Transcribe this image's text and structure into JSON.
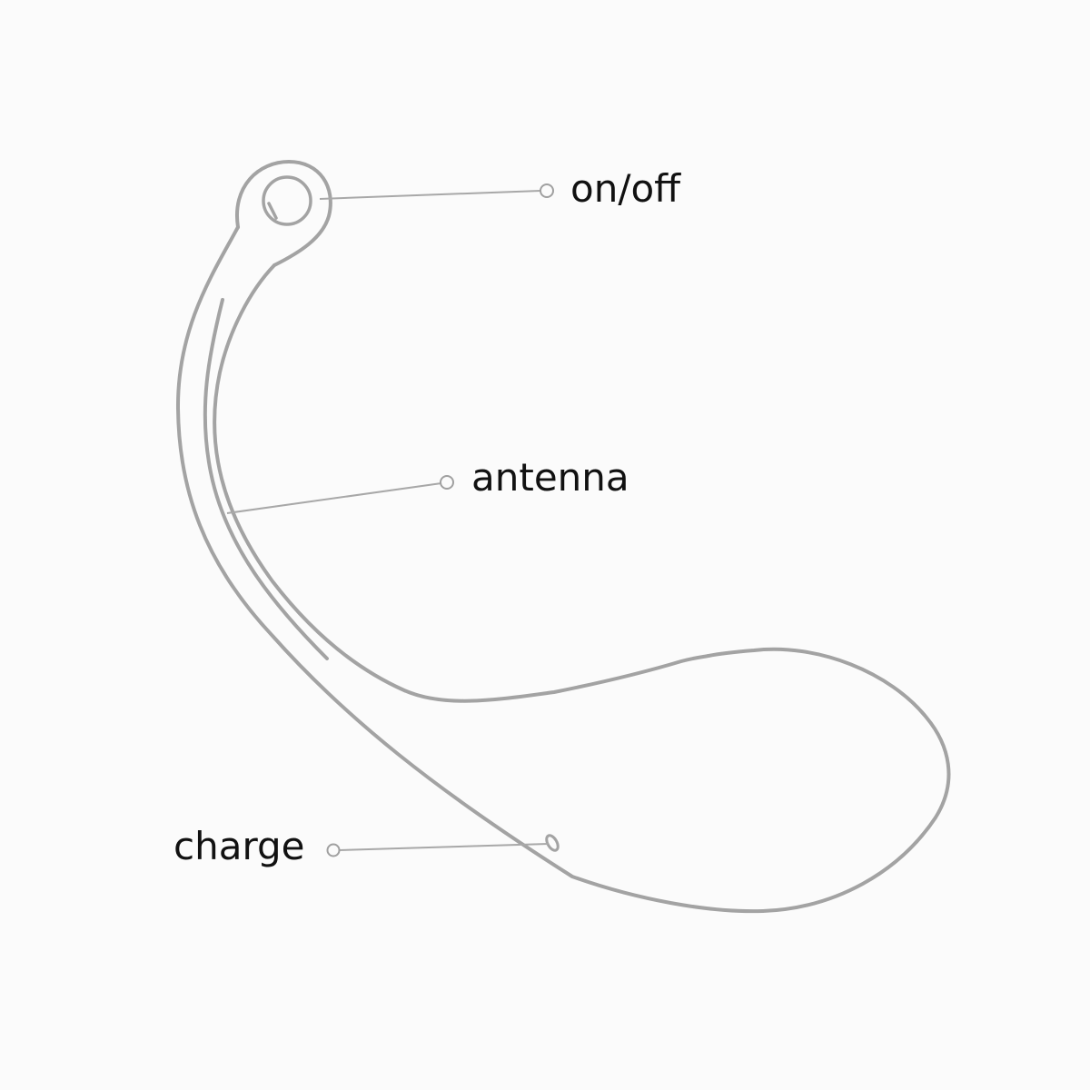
{
  "diagram": {
    "labels": {
      "power": "on/off",
      "antenna": "antenna",
      "charge": "charge"
    },
    "colors": {
      "outline": "#a3a3a3",
      "leader": "#a8a8a8",
      "text": "#111111",
      "background": "#fbfbfb"
    },
    "icons": [
      "power-icon"
    ]
  }
}
